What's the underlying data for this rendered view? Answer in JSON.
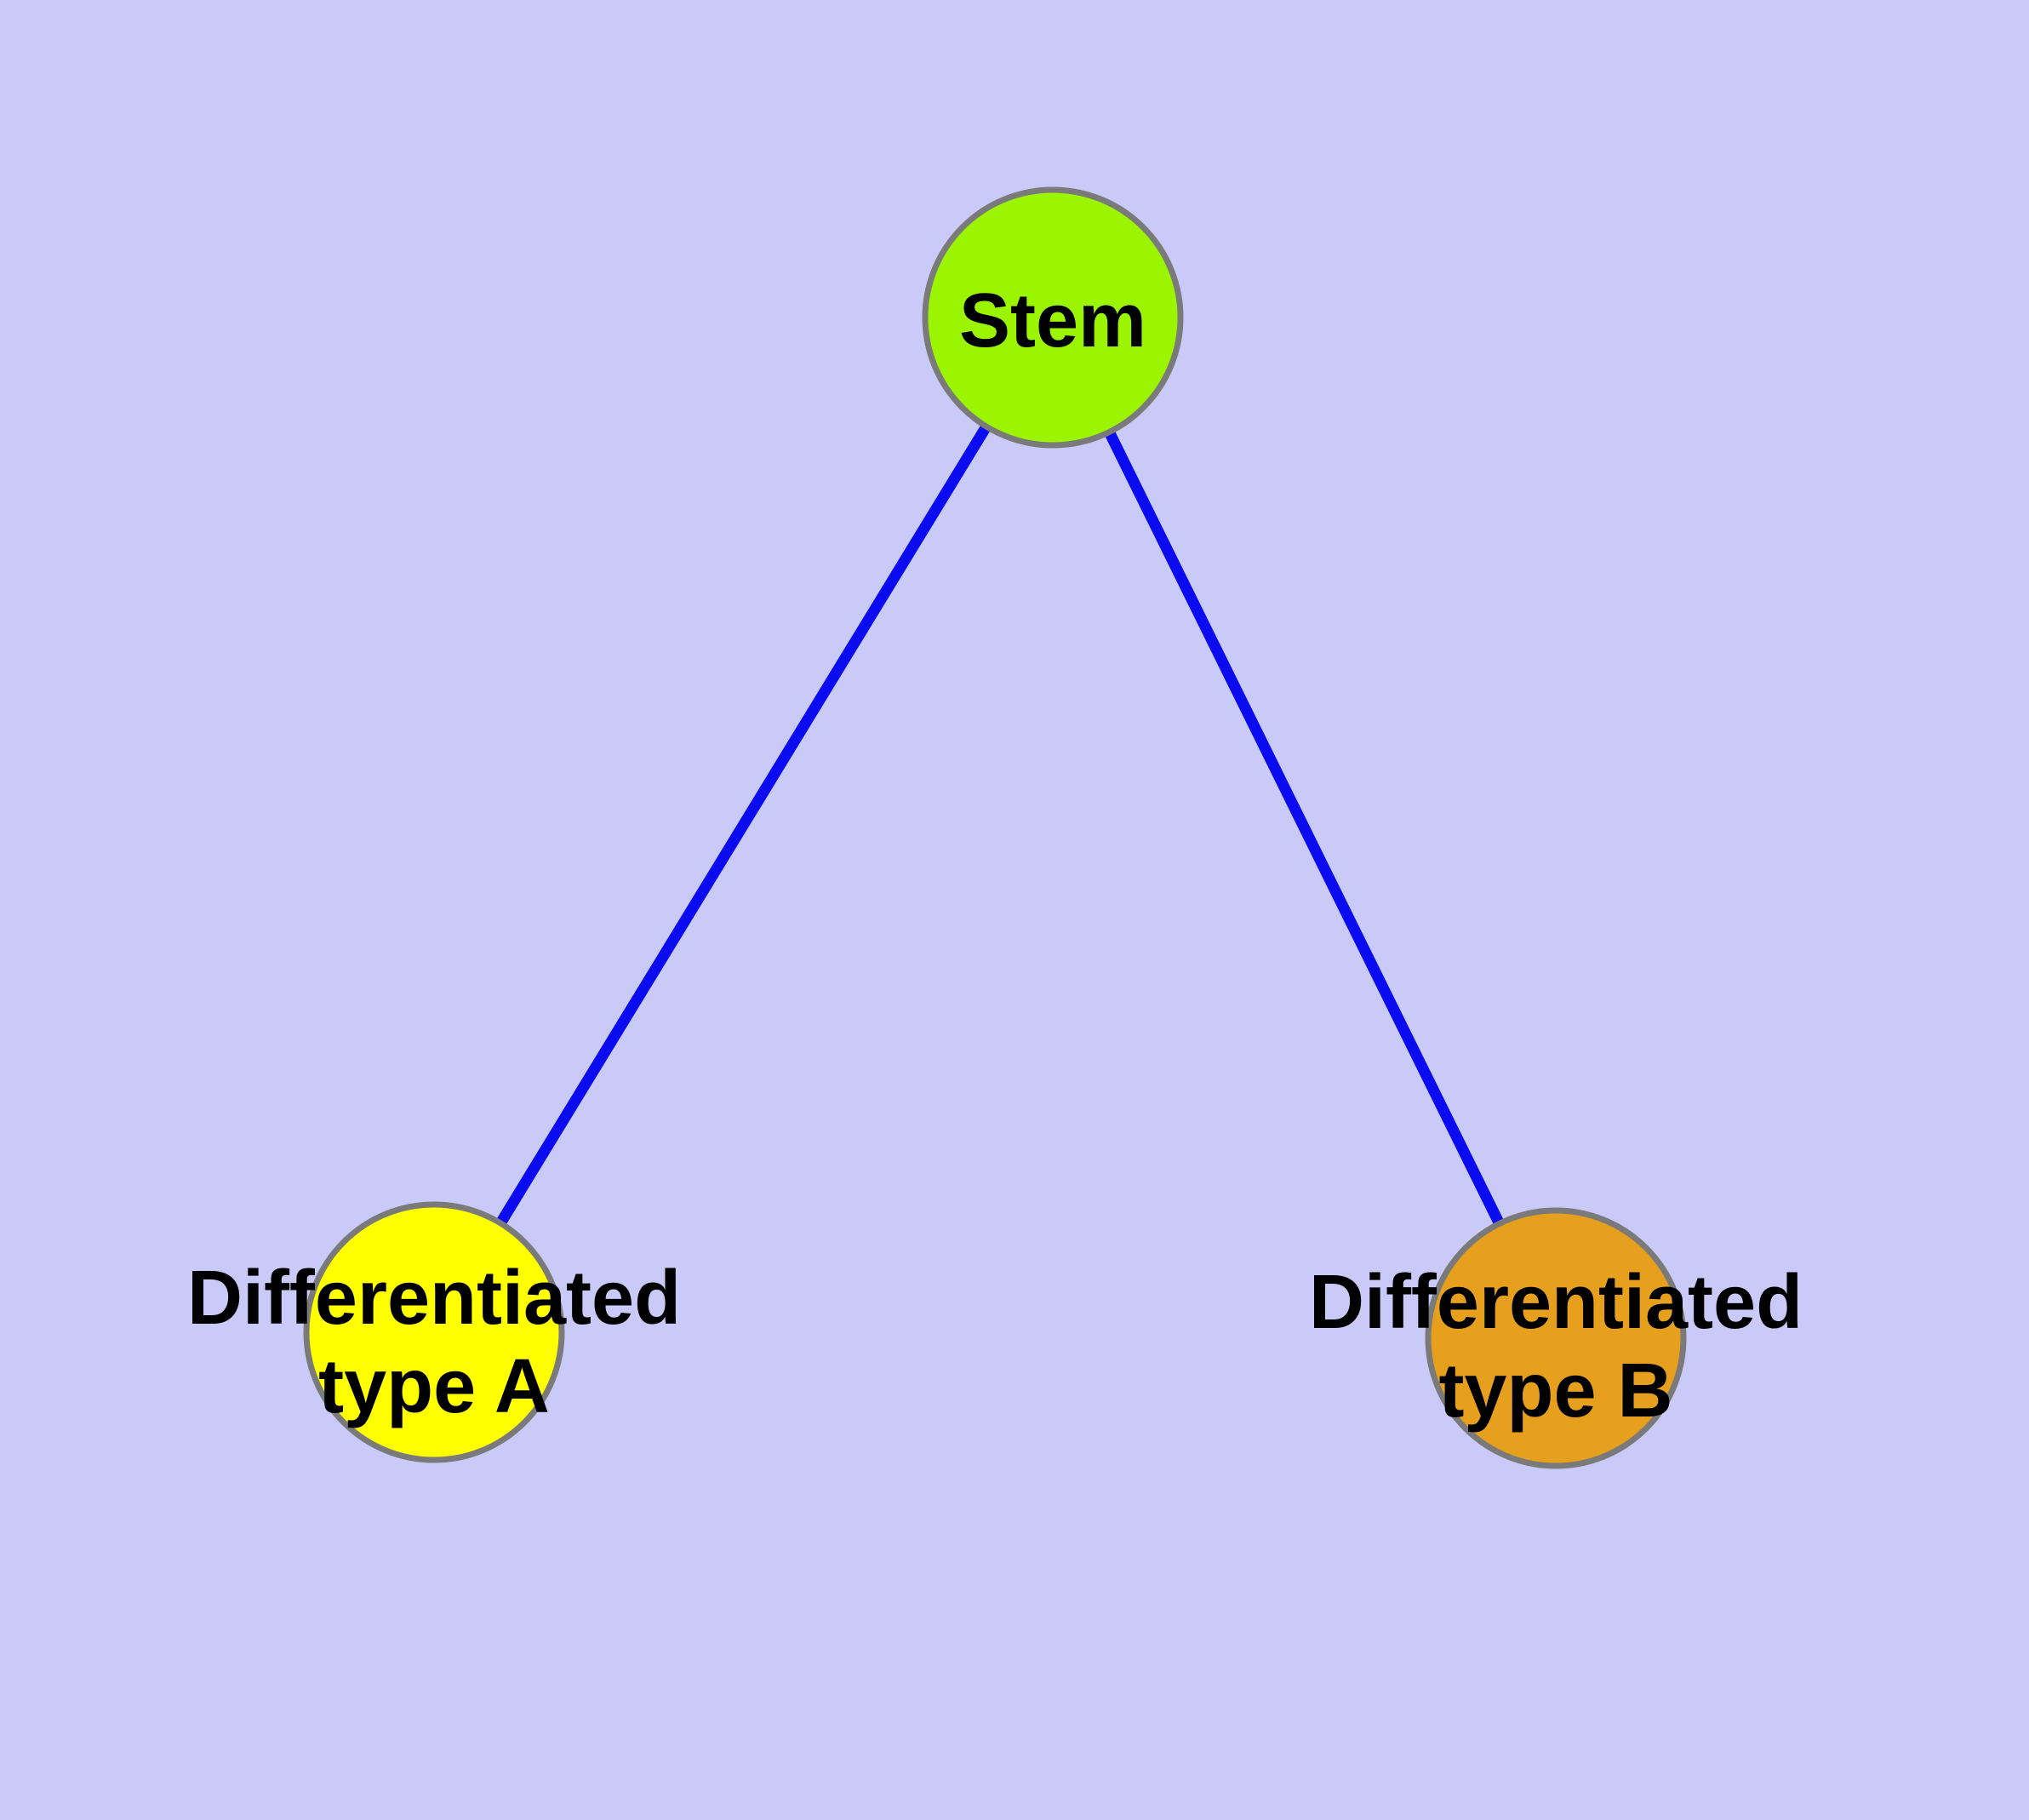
{
  "diagram": {
    "type": "graph",
    "background_color": "#CACAF8",
    "edge_color": "#0B0BF0",
    "node_border_color": "#7A7A7A",
    "label_color": "#000000",
    "nodes": {
      "stem": {
        "label": "Stem",
        "fill": "#9BF500"
      },
      "type_a": {
        "label": "Differentiated type A",
        "label_line1": "Differentiated",
        "label_line2": "type A",
        "fill": "#FFFF00"
      },
      "type_b": {
        "label": "Differentiated type B",
        "label_line1": "Differentiated",
        "label_line2": "type B",
        "fill": "#E7A01E"
      }
    },
    "edges": [
      {
        "from": "Stem",
        "to": "Differentiated type A"
      },
      {
        "from": "Stem",
        "to": "Differentiated type B"
      }
    ]
  }
}
